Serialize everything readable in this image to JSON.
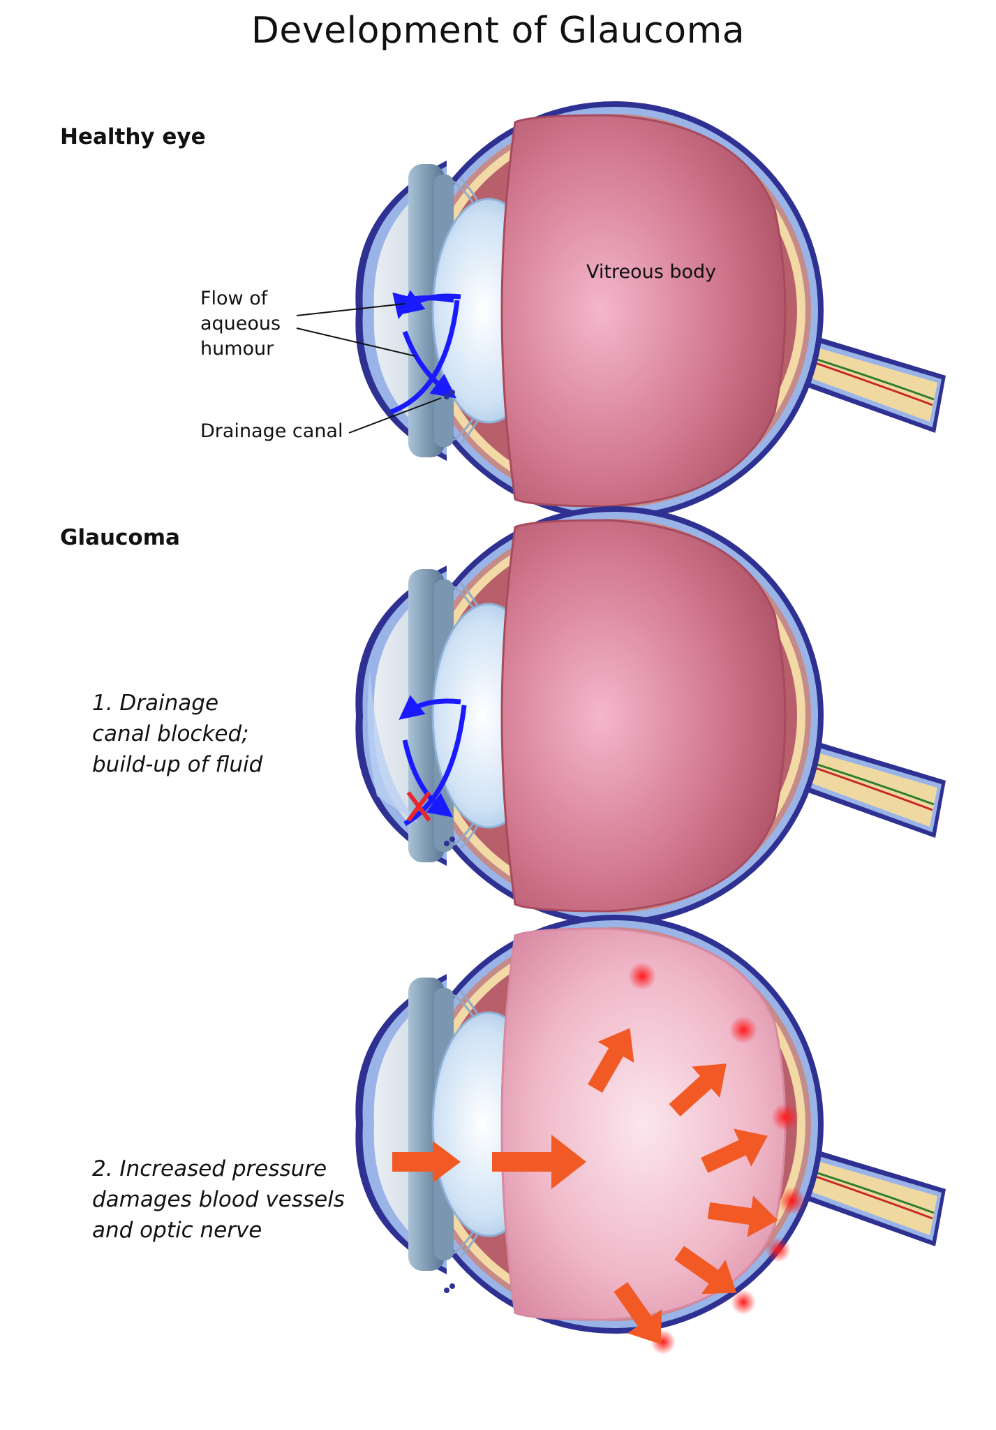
{
  "title": "Development of Glaucoma",
  "sections": {
    "healthy": {
      "heading": "Healthy eye",
      "labels": {
        "vitreous": "Vitreous body",
        "flow_line1": "Flow of",
        "flow_line2": "aqueous",
        "flow_line3": "humour",
        "drainage": "Drainage canal"
      }
    },
    "glaucoma": {
      "heading": "Glaucoma",
      "step1": {
        "line1": "1. Drainage",
        "line2": "canal blocked;",
        "line3": "build-up of fluid"
      },
      "step2": {
        "line1": "2. Increased pressure",
        "line2": "damages blood vessels",
        "line3": "and optic nerve"
      }
    }
  },
  "colors": {
    "sclera_outline": "#2e3192",
    "choroid": "#9ab4e8",
    "retina": "#f2d9a6",
    "eye_interior": "#b7606b",
    "vitreous": "#c86a80",
    "lens": "#d6e8f7",
    "iris": "#6f8ca8",
    "flow_arrow": "#1a1aff",
    "pressure_arrow": "#f15a24",
    "block_mark": "#e8262d",
    "damage_spot": "#ff2a2a",
    "optic_nerve": "#f0d9a0"
  }
}
